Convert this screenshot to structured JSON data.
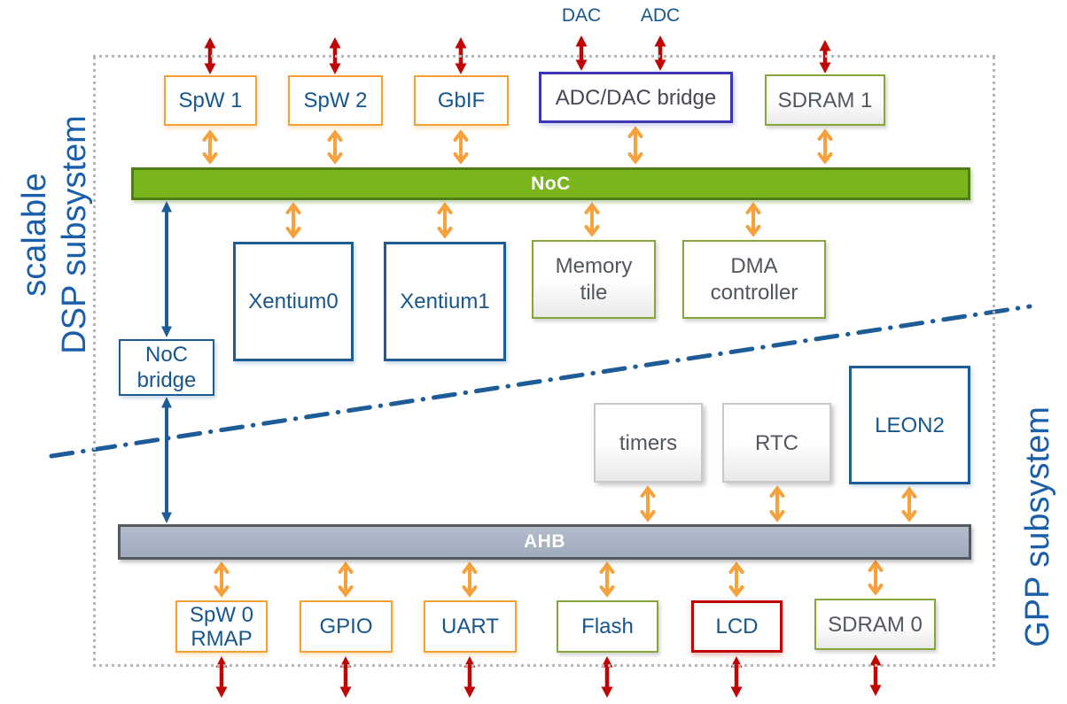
{
  "diagram": {
    "title_hint": "SoC block diagram",
    "top_labels": {
      "dac": "DAC",
      "adc": "ADC"
    },
    "buses": {
      "noc": "NoC",
      "ahb": "AHB"
    },
    "regions": {
      "dsp_line1": "scalable",
      "dsp_line2": "DSP subsystem",
      "gpp": "GPP subsystem"
    },
    "blocks": {
      "spw1": "SpW 1",
      "spw2": "SpW 2",
      "gbif": "GbIF",
      "adc_dac_bridge": "ADC/DAC bridge",
      "sdram1": "SDRAM 1",
      "xentium0": "Xentium0",
      "xentium1": "Xentium1",
      "memory_tile": "Memory tile",
      "dma_controller": "DMA controller",
      "noc_bridge": "NoC bridge",
      "timers": "timers",
      "rtc": "RTC",
      "leon2": "LEON2",
      "spw0_rmap": "SpW 0 RMAP",
      "gpio": "GPIO",
      "uart": "UART",
      "flash": "Flash",
      "lcd": "LCD",
      "sdram0": "SDRAM 0"
    },
    "colors": {
      "blue_text": "#17568c",
      "blue_border": "#1d5c96",
      "orange_border": "#f5a033",
      "orange_arrow": "#f7a13d",
      "red_arrow": "#c00505",
      "lcd_red": "#c00000",
      "noc_green_fill": "#7ab51d",
      "noc_green_border": "#507d15",
      "green_block_border": "#86a63c",
      "ahb_gray_fill": "#a8b2c3",
      "ahb_gray_border": "#54595f",
      "gray_block_border": "#c9c9c9",
      "gray_text": "#52565e",
      "violet_border": "#3b36b4",
      "boundary_dotted": "#b5b5b5",
      "divider_blue": "#1d5c96"
    }
  }
}
